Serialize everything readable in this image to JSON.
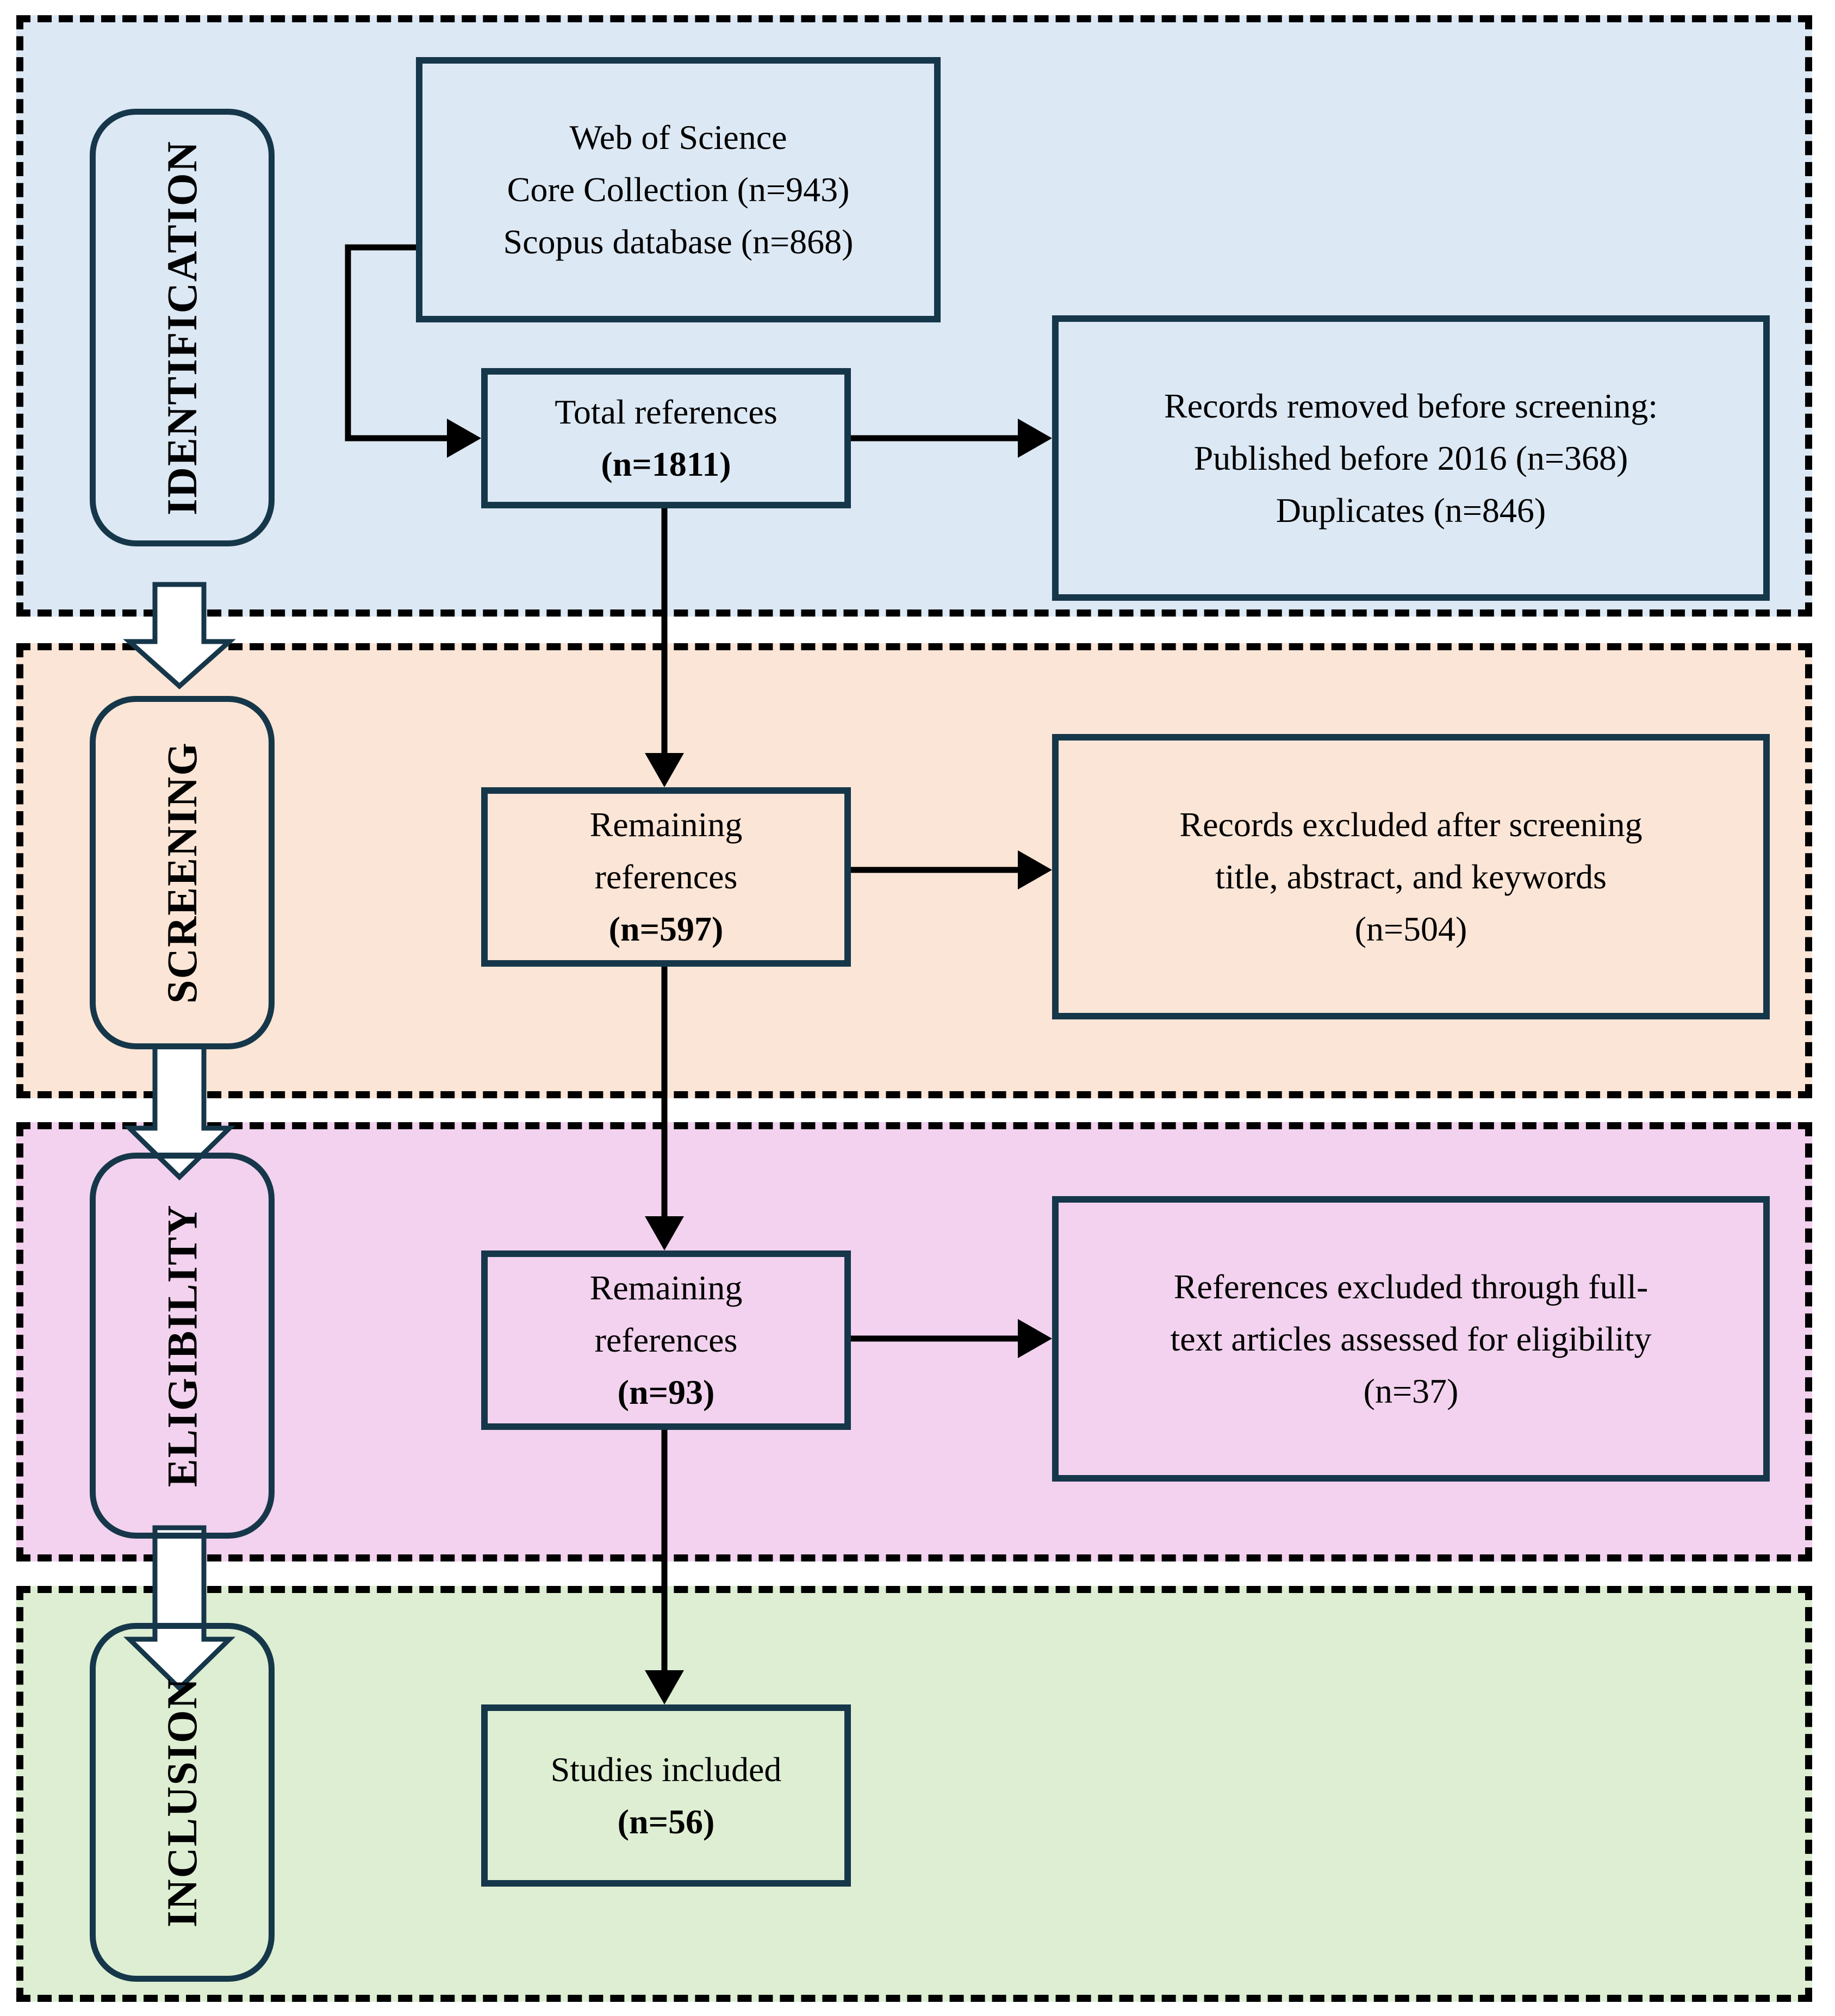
{
  "diagram": {
    "stages": [
      {
        "label": "IDENTIFICATION"
      },
      {
        "label": "SCREENING"
      },
      {
        "label": "ELIGIBILITY"
      },
      {
        "label": "INCLUSION"
      }
    ],
    "boxes": {
      "sources": {
        "line1": "Web of Science",
        "line2": "Core Collection (n=943)",
        "line3": "Scopus database (n=868)"
      },
      "total_refs": {
        "line1": "Total references",
        "count": "(n=1811)"
      },
      "removed": {
        "line1": "Records removed before screening:",
        "line2": "Published before 2016 (n=368)",
        "line3": "Duplicates (n=846)"
      },
      "remaining_screening": {
        "line1": "Remaining",
        "line2": "references",
        "count": "(n=597)"
      },
      "excluded_screening": {
        "line1": "Records excluded after screening",
        "line2": "title, abstract, and keywords",
        "line3": "(n=504)"
      },
      "remaining_eligibility": {
        "line1": "Remaining",
        "line2": "references",
        "count": "(n=93)"
      },
      "excluded_fulltext": {
        "line1": "References excluded through full-",
        "line2": "text articles assessed for eligibility",
        "line3": "(n=37)"
      },
      "included": {
        "line1": "Studies included",
        "count": "(n=56)"
      }
    },
    "colors": {
      "identification_band": "#dce8f4",
      "screening_band": "#fbe5d6",
      "eligibility_band": "#f2d2ee",
      "inclusion_band": "#ddeed2",
      "box_border": "#16374a",
      "dashed_border": "#000000",
      "connector": "#000000",
      "block_arrow_fill": "#ffffff"
    }
  }
}
